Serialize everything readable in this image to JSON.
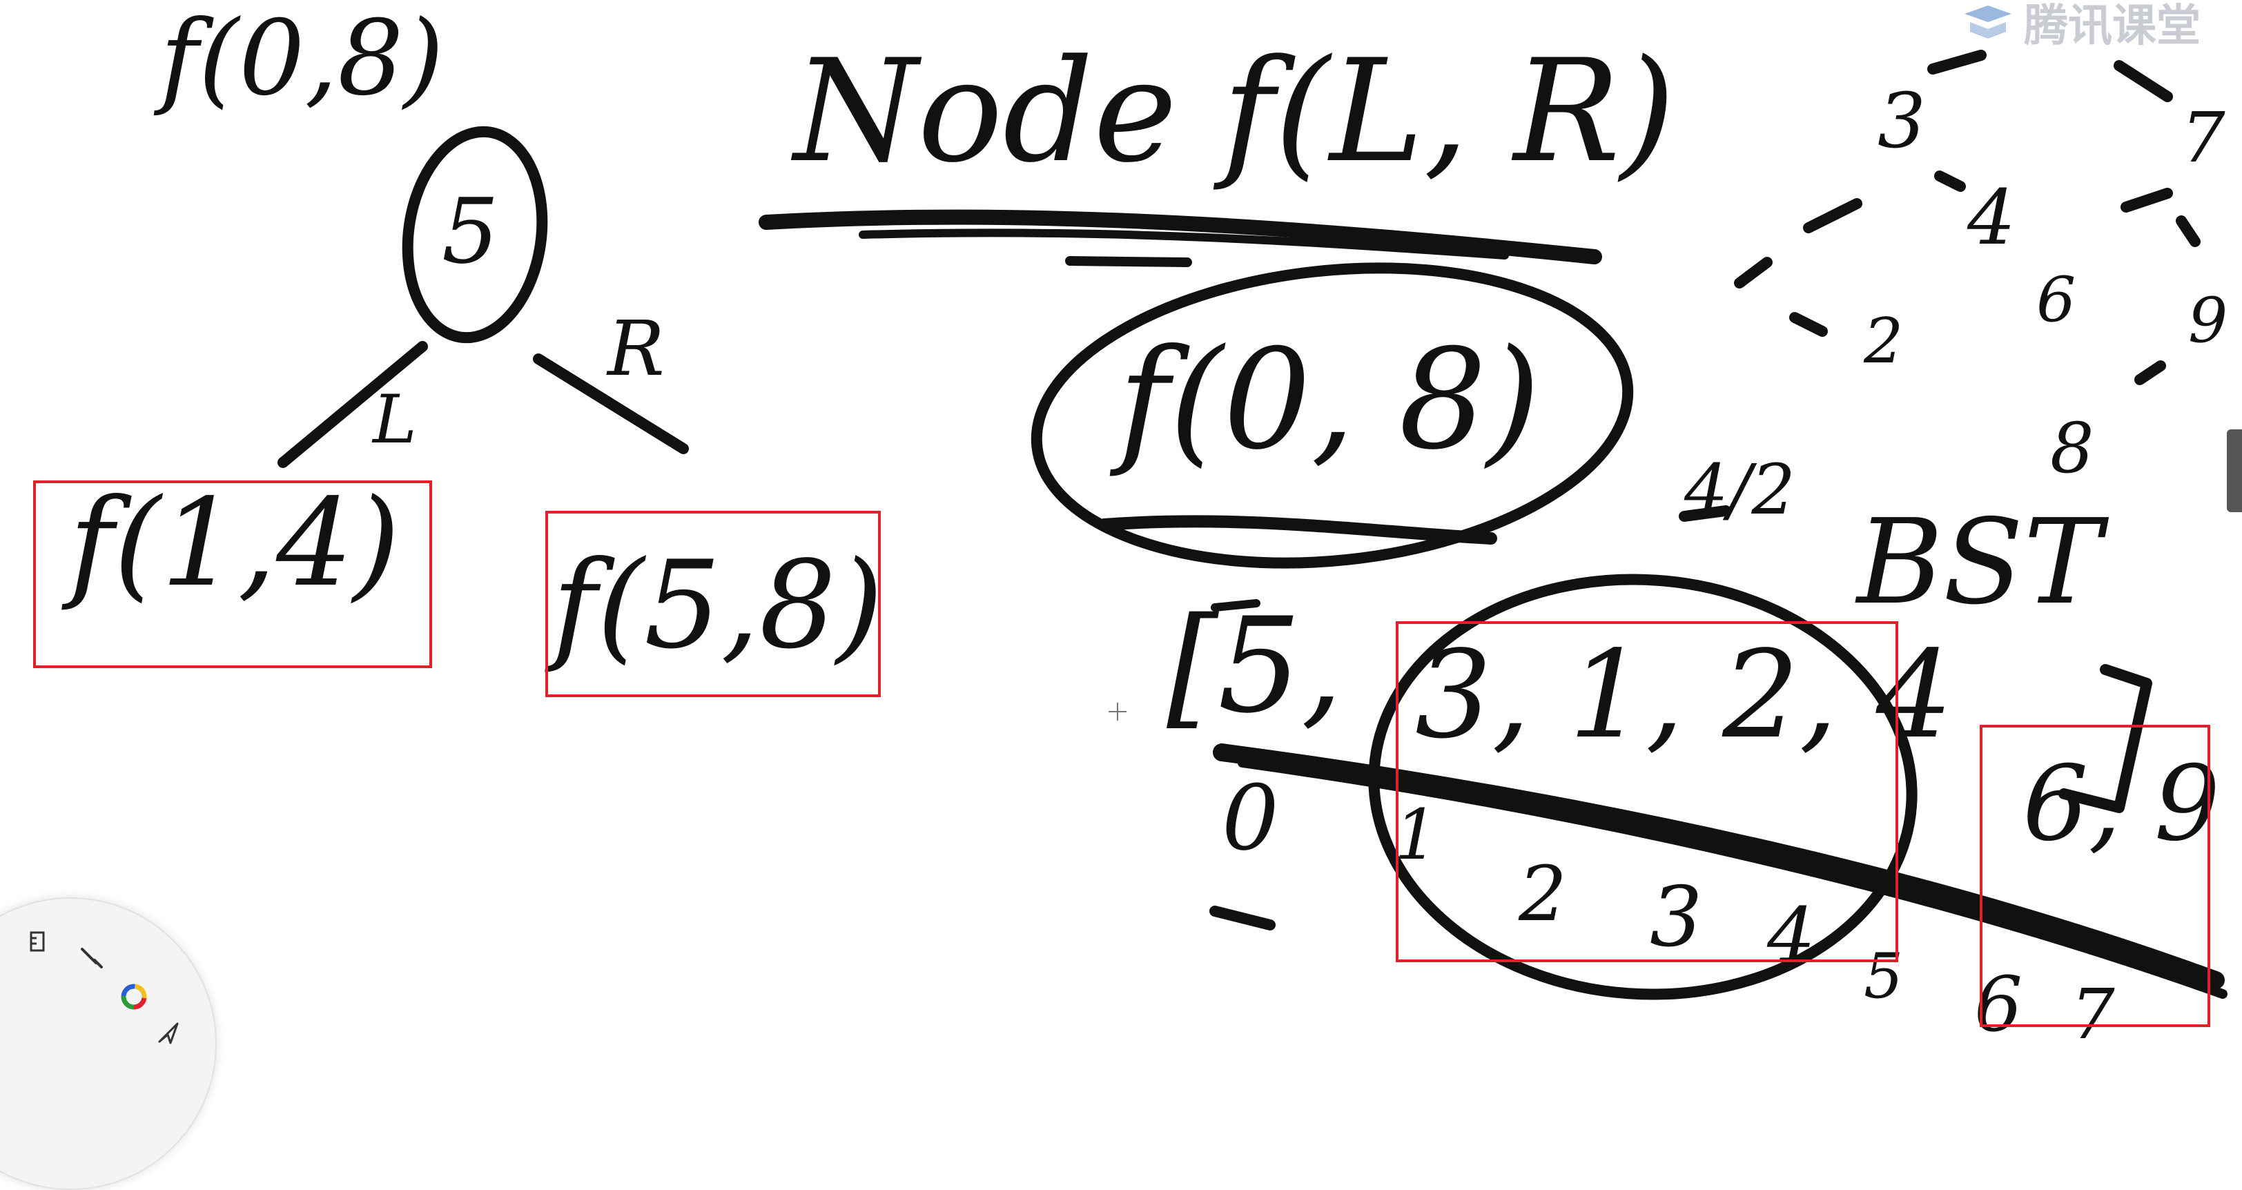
{
  "watermark": {
    "text": "腾讯课堂"
  },
  "board": {
    "ink_color": "#111111",
    "highlight_color": "#e0202a",
    "strokes": [
      {
        "id": "f08-top",
        "text": "f(0,8)",
        "name": "expr-f-0-8-top"
      },
      {
        "id": "root",
        "text": "5",
        "name": "tree-root-5"
      },
      {
        "id": "L",
        "text": "L",
        "name": "tree-left-label"
      },
      {
        "id": "R",
        "text": "R",
        "name": "tree-right-label"
      },
      {
        "id": "f14",
        "text": "f(1,4)",
        "name": "expr-f-1-4"
      },
      {
        "id": "f58",
        "text": "f(5,8)",
        "name": "expr-f-5-8"
      },
      {
        "id": "nodef",
        "text": "Node f(L, R)",
        "name": "expr-node-f-l-r"
      },
      {
        "id": "f08-mid",
        "text": "f(0, 8)",
        "name": "expr-f-0-8-circled"
      },
      {
        "id": "bst",
        "text": "BST",
        "name": "label-bst"
      },
      {
        "id": "frac",
        "text": "4/2",
        "name": "label-fraction"
      },
      {
        "id": "arr-open",
        "text": "[5,",
        "name": "array-open"
      },
      {
        "id": "arr-mid",
        "text": "3, 1, 2, 4",
        "name": "array-left-subtree"
      },
      {
        "id": "arr-right",
        "text": "6, 9",
        "name": "array-right-subtree"
      },
      {
        "id": "idx-0",
        "text": "0",
        "name": "index-0"
      },
      {
        "id": "idx-1",
        "text": "1",
        "name": "index-1"
      },
      {
        "id": "idx-2",
        "text": "2",
        "name": "index-2"
      },
      {
        "id": "idx-3",
        "text": "3",
        "name": "index-3"
      },
      {
        "id": "idx-4",
        "text": "4",
        "name": "index-4"
      },
      {
        "id": "idx-5",
        "text": "5",
        "name": "index-5"
      },
      {
        "id": "idx-6",
        "text": "6",
        "name": "index-6"
      },
      {
        "id": "idx-7",
        "text": "7",
        "name": "index-7"
      },
      {
        "id": "t3",
        "text": "3",
        "name": "tree-node-3"
      },
      {
        "id": "t7",
        "text": "7",
        "name": "tree-node-7"
      },
      {
        "id": "t4",
        "text": "4",
        "name": "tree-node-4"
      },
      {
        "id": "t2",
        "text": "2",
        "name": "tree-node-2"
      },
      {
        "id": "t6",
        "text": "6",
        "name": "tree-node-6"
      },
      {
        "id": "t9",
        "text": "9",
        "name": "tree-node-9"
      },
      {
        "id": "t8",
        "text": "8",
        "name": "tree-node-8"
      }
    ]
  },
  "tools": [
    {
      "name": "ruler-tool-icon"
    },
    {
      "name": "brush-tool-icon"
    },
    {
      "name": "color-picker-icon"
    },
    {
      "name": "pointer-tool-icon"
    }
  ]
}
